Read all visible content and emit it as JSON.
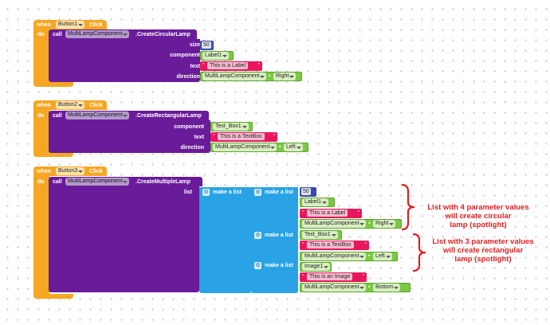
{
  "blocks": [
    {
      "when": "when",
      "do": "do",
      "event_component": "Button1",
      "event": "Click",
      "call": "call",
      "component": "MultiLampComponent",
      "method": ".CreateCircularLamp",
      "params": [
        {
          "label": "size",
          "value": "50"
        },
        {
          "label": "component",
          "value": "Label1"
        },
        {
          "label": "text",
          "value": "This is a Label"
        },
        {
          "label": "direction",
          "value": "MultiLampComponent",
          "sub": "Right"
        }
      ]
    },
    {
      "when": "when",
      "do": "do",
      "event_component": "Button2",
      "event": "Click",
      "call": "call",
      "component": "MultiLampComponent",
      "method": ".CreateRectangularLamp",
      "params": [
        {
          "label": "component",
          "value": "Text_Box1"
        },
        {
          "label": "text",
          "value": "This is a TextBox"
        },
        {
          "label": "direction",
          "value": "MultiLampComponent",
          "sub": "Left"
        }
      ]
    },
    {
      "when": "when",
      "do": "do",
      "event_component": "Button3",
      "event": "Click",
      "call": "call",
      "component": "MultiLampComponent",
      "method": ".CreateMultipleLamp",
      "param_label": "list",
      "make_list": "make a list",
      "lists": [
        {
          "items": [
            "50",
            "Label1",
            "This is a Label",
            "MultiLampComponent",
            "Right"
          ]
        },
        {
          "items": [
            "Text_Box1",
            "This is a TextBox",
            "MultiLampComponent",
            "Left"
          ]
        },
        {
          "items": [
            "Image1",
            "This is an Image",
            "MultiLampComponent",
            "Bottom"
          ]
        }
      ]
    }
  ],
  "annotations": [
    {
      "text": "List with 4 parameter values will create circular lamp (spotlight)",
      "lines": [
        "List with 4 parameter values",
        "will create circular",
        "lamp (spotlight)"
      ]
    },
    {
      "text": "List with 3 parameter values will create rectangular lamp (spotlight)",
      "lines": [
        "List with 3 parameter values",
        "will create rectangular",
        "lamp (spotlight)"
      ]
    }
  ],
  "colors": {
    "event": "#f5a623",
    "method": "#6a1b9a",
    "list": "#29a3e6",
    "component": "#7ac943",
    "text": "#e8175d",
    "number": "#3b4ba8",
    "annotation": "#e02020"
  }
}
